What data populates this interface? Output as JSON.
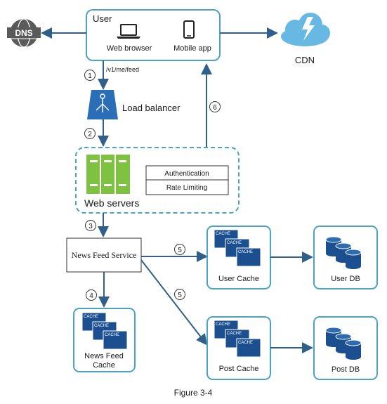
{
  "user": {
    "title": "User",
    "web": "Web browser",
    "mobile": "Mobile app"
  },
  "dns": {
    "label": "DNS"
  },
  "cdn": {
    "label": "CDN"
  },
  "api_path": "/v1/me/feed",
  "load_balancer": "Load balancer",
  "web_servers": {
    "label": "Web servers",
    "auth": "Authentication",
    "rate": "Rate Limiting"
  },
  "news_feed_service": "News Feed Service",
  "news_feed_cache": {
    "line1": "News Feed",
    "line2": "Cache"
  },
  "user_cache": "User Cache",
  "user_db": "User DB",
  "post_cache": "Post Cache",
  "post_db": "Post DB",
  "cache_tag": "CACHE",
  "steps": {
    "s1": "1",
    "s2": "2",
    "s3": "3",
    "s4": "4",
    "s5a": "5",
    "s5b": "5",
    "s6": "6"
  },
  "caption": "Figure 3-4",
  "colors": {
    "accent": "#4aa3c5",
    "arrow": "#2f5f8a",
    "server_green": "#7fc241",
    "cache_blue": "#1b4f8f",
    "db_blue": "#1b4f8f",
    "lb_blue": "#2a6eb7"
  }
}
